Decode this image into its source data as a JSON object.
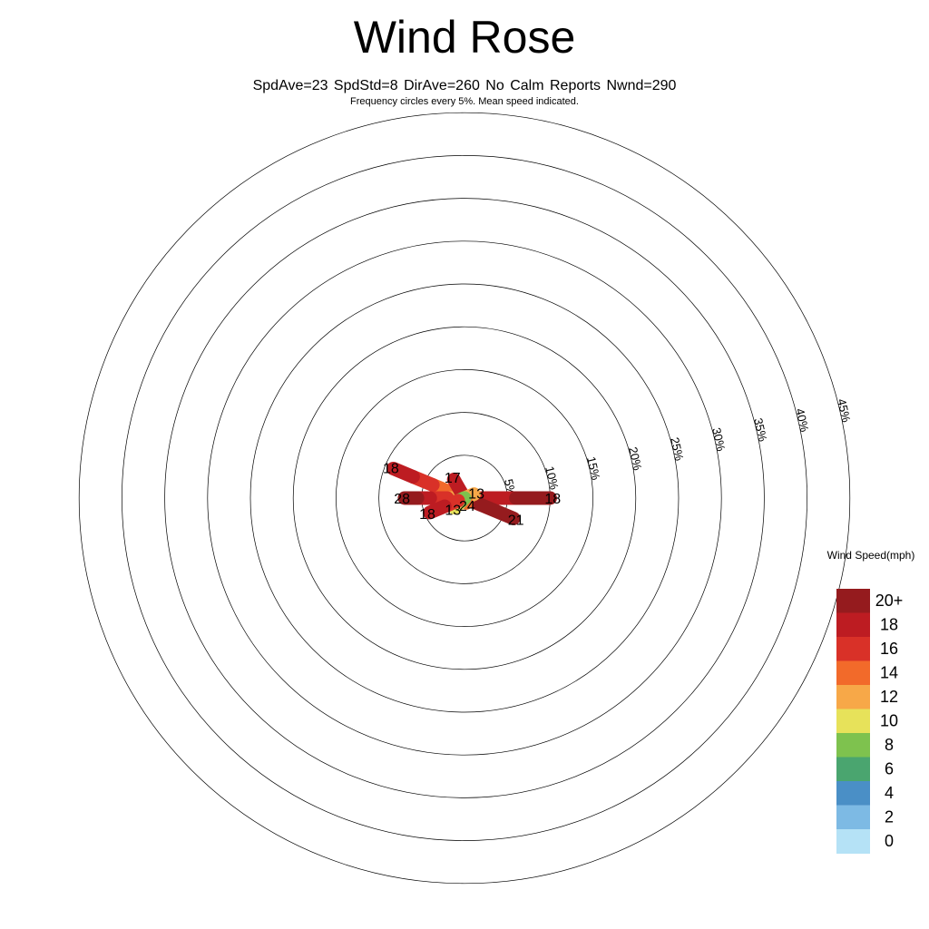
{
  "chart_data": {
    "type": "wind-rose",
    "title": "Wind Rose",
    "stats": "SpdAve=23  SpdStd=8  DirAve=260   No Calm Reports  Nwnd=290",
    "subtitle": "Frequency circles every 5%. Mean speed indicated.",
    "rings": [
      "5%",
      "10%",
      "15%",
      "20%",
      "25%",
      "30%",
      "35%",
      "40%",
      "45%"
    ],
    "ring_values": [
      5,
      10,
      15,
      20,
      25,
      30,
      35,
      40,
      45
    ],
    "legend_title": "Wind Speed(mph)",
    "legend": [
      {
        "label": "20+",
        "color": "#951b1e"
      },
      {
        "label": "18",
        "color": "#bd1c22"
      },
      {
        "label": "16",
        "color": "#d93128"
      },
      {
        "label": "14",
        "color": "#f26a2a"
      },
      {
        "label": "12",
        "color": "#f7a848"
      },
      {
        "label": "10",
        "color": "#e7e25a"
      },
      {
        "label": "8",
        "color": "#7ec24e"
      },
      {
        "label": "6",
        "color": "#4aa56f"
      },
      {
        "label": "4",
        "color": "#4a8fc6"
      },
      {
        "label": "2",
        "color": "#7dbae4"
      },
      {
        "label": "0",
        "color": "#b5e2f6"
      }
    ],
    "petals": [
      {
        "dir": 90,
        "mean": "18",
        "segments": [
          [
            3,
            0.4
          ],
          [
            4,
            0.8
          ],
          [
            1,
            6
          ],
          [
            0,
            10
          ]
        ]
      },
      {
        "dir": 112.5,
        "mean": "21",
        "segments": [
          [
            4,
            0.6
          ],
          [
            1,
            2
          ],
          [
            0,
            6.2
          ]
        ]
      },
      {
        "dir": 292.5,
        "mean": "18",
        "segments": [
          [
            5,
            0.5
          ],
          [
            3,
            4
          ],
          [
            2,
            6.5
          ],
          [
            1,
            9
          ]
        ]
      },
      {
        "dir": 270,
        "mean": "28",
        "segments": [
          [
            5,
            1
          ],
          [
            4,
            2
          ],
          [
            2,
            4
          ],
          [
            1,
            5.5
          ],
          [
            0,
            7
          ]
        ]
      },
      {
        "dir": 330,
        "mean": "17",
        "segments": [
          [
            4,
            0.8
          ],
          [
            1,
            2.5
          ]
        ]
      },
      {
        "dir": 67.5,
        "mean": "13",
        "segments": [
          [
            4,
            1.2
          ]
        ]
      },
      {
        "dir": 160,
        "mean": "24",
        "segments": [
          [
            3,
            0.6
          ]
        ]
      },
      {
        "dir": 225,
        "mean": "13",
        "segments": [
          [
            6,
            1
          ],
          [
            5,
            1.6
          ]
        ]
      },
      {
        "dir": 247.5,
        "mean": "18",
        "segments": [
          [
            6,
            0.8
          ],
          [
            2,
            2.5
          ],
          [
            1,
            4.4
          ]
        ]
      }
    ]
  }
}
